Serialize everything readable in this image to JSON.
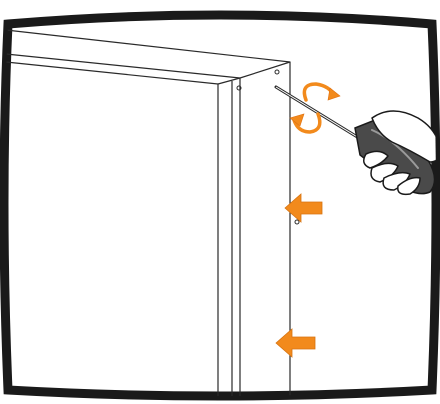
{
  "figure": {
    "kind": "assembly-instruction-illustration",
    "step": "screw-tightening",
    "icons": [
      "screwdriver-icon",
      "clockwise-rotation-icon",
      "hand-icon",
      "direction-arrow-icon"
    ],
    "colors": {
      "frame_border": "#1a1a1a",
      "line": "#2a2a2a",
      "arrow": "#f28a1c",
      "rotation": "#f28a1c",
      "handle": "#555555",
      "hand": "#ffffff"
    },
    "arrow_count": 2
  }
}
